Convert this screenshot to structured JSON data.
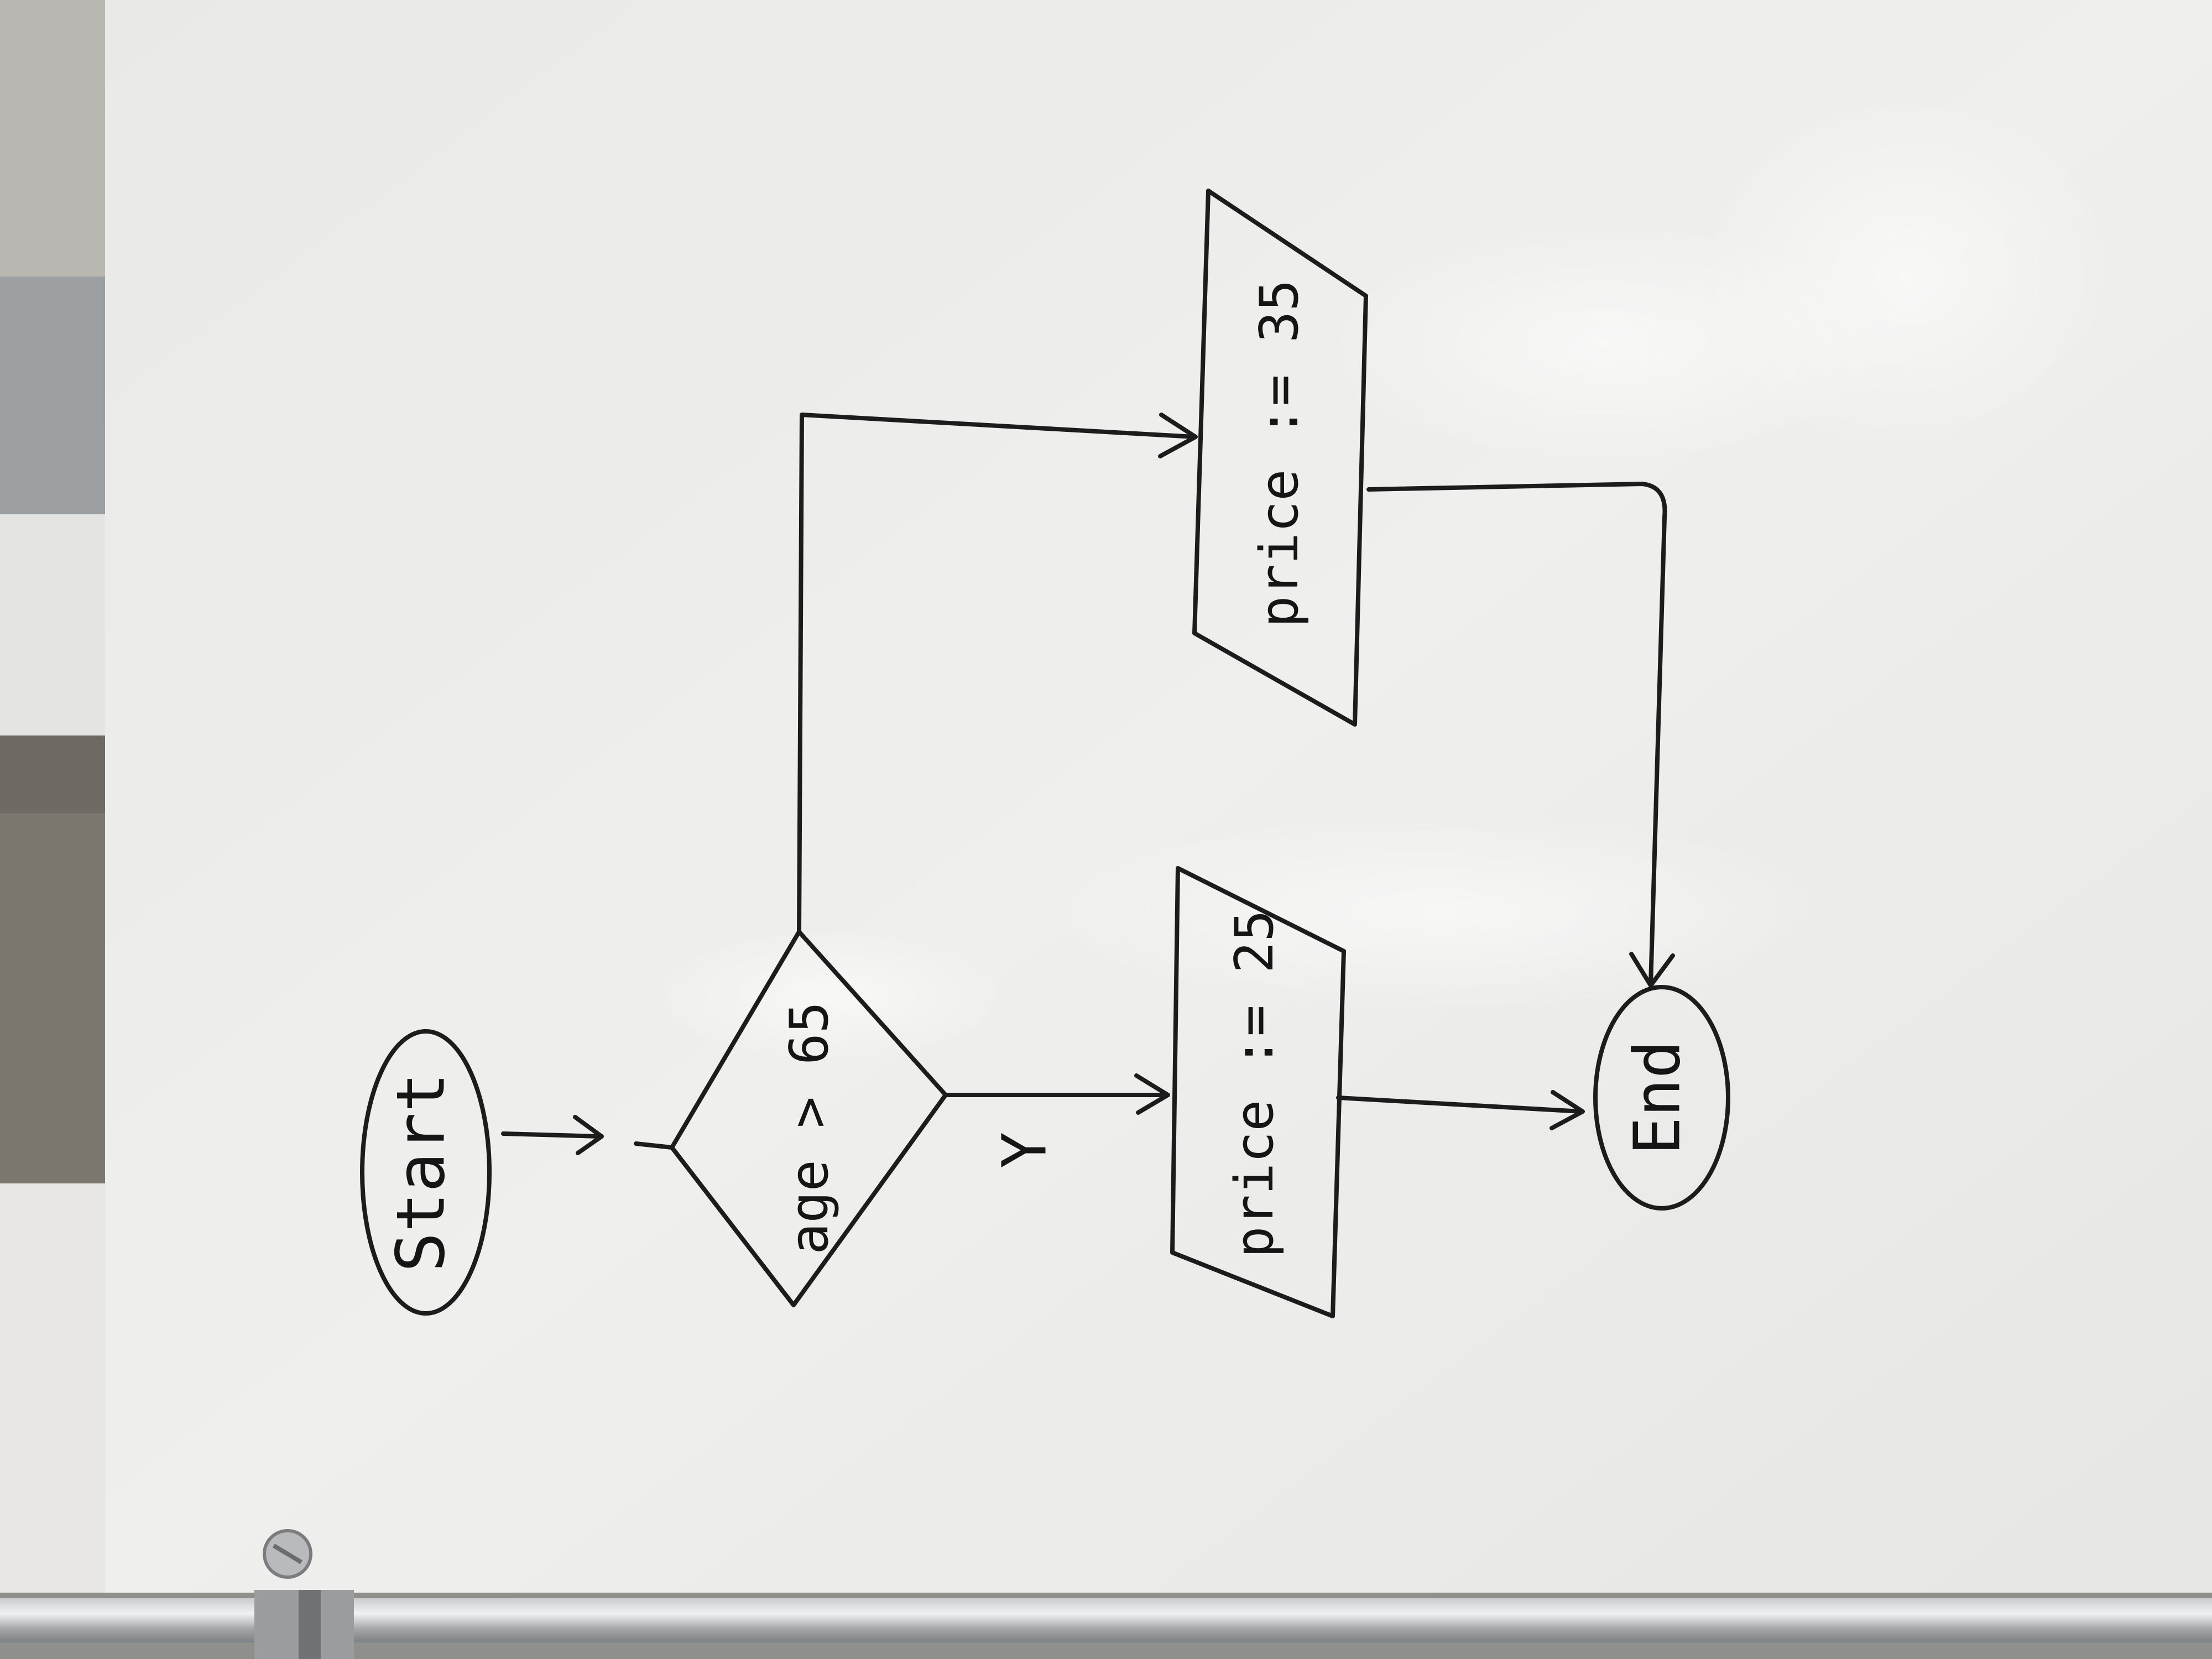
{
  "diagram": {
    "start_label": "Start",
    "condition_label": "age > 65",
    "yes_label": "Y",
    "assign_yes_label": "price := 25",
    "assign_no_label": "price := 35",
    "end_label": "End"
  }
}
